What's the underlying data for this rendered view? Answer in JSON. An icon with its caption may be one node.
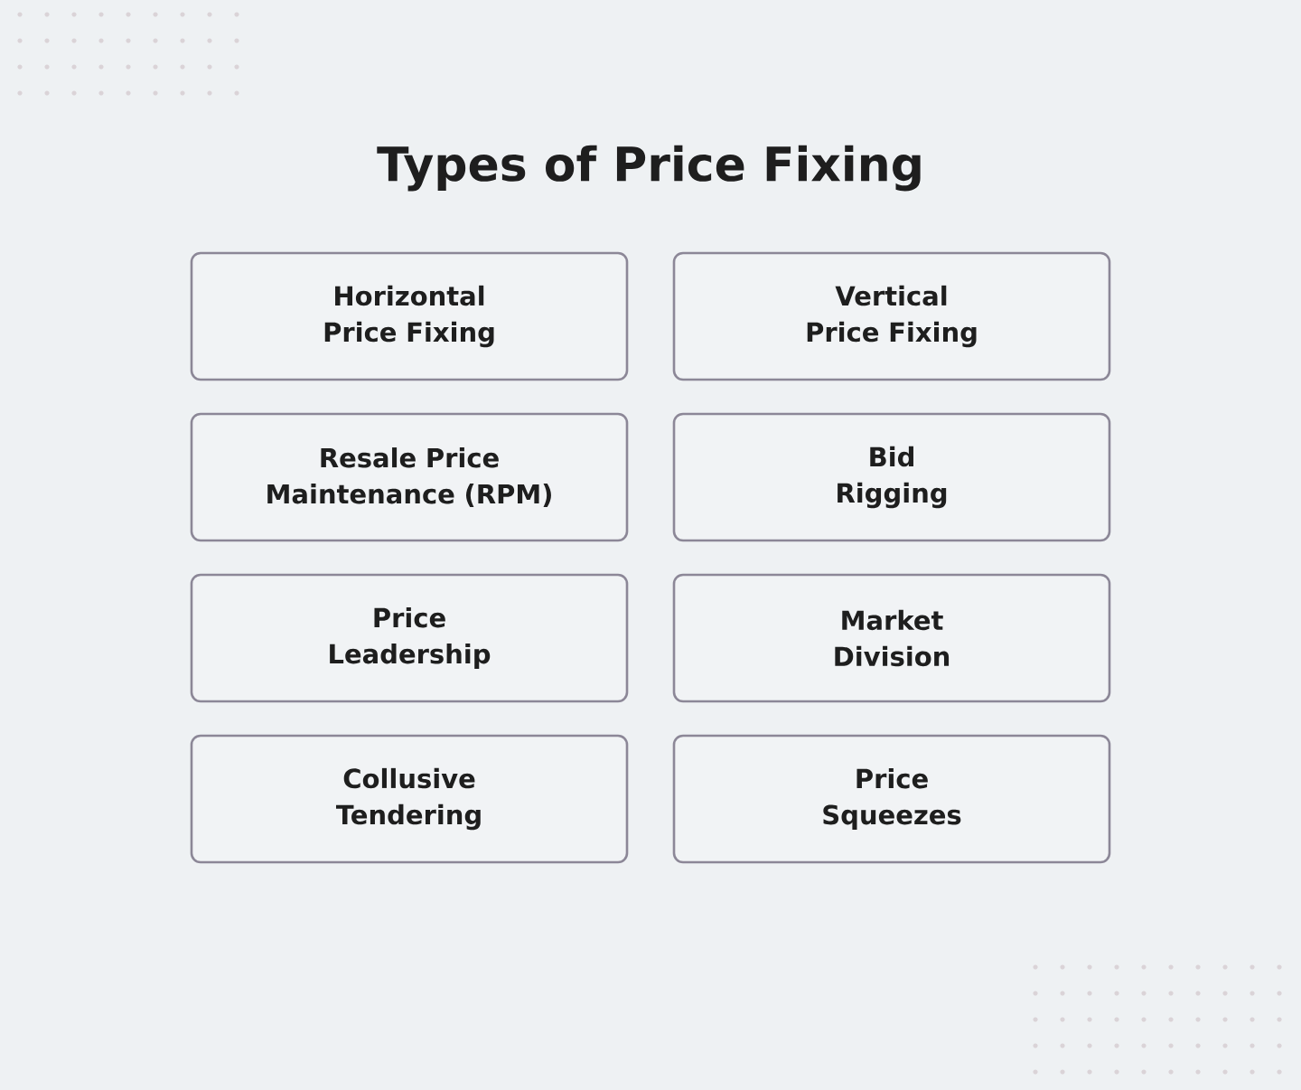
{
  "diagram": {
    "title": "Types of Price Fixing",
    "nodes": [
      {
        "text": [
          "Horizontal Price Fixing"
        ]
      },
      {
        "text": [
          "Vertical Price Fixing"
        ]
      },
      {
        "text": [
          "Resale Price Maintenance (RPM)"
        ]
      },
      {
        "text": [
          "Bid Rigging"
        ]
      },
      {
        "text": [
          "Price Leadership"
        ]
      },
      {
        "text": [
          "Market Division"
        ]
      },
      {
        "text": [
          "Collusive Tendering"
        ]
      },
      {
        "text": [
          "Price Squeezes"
        ]
      }
    ]
  }
}
